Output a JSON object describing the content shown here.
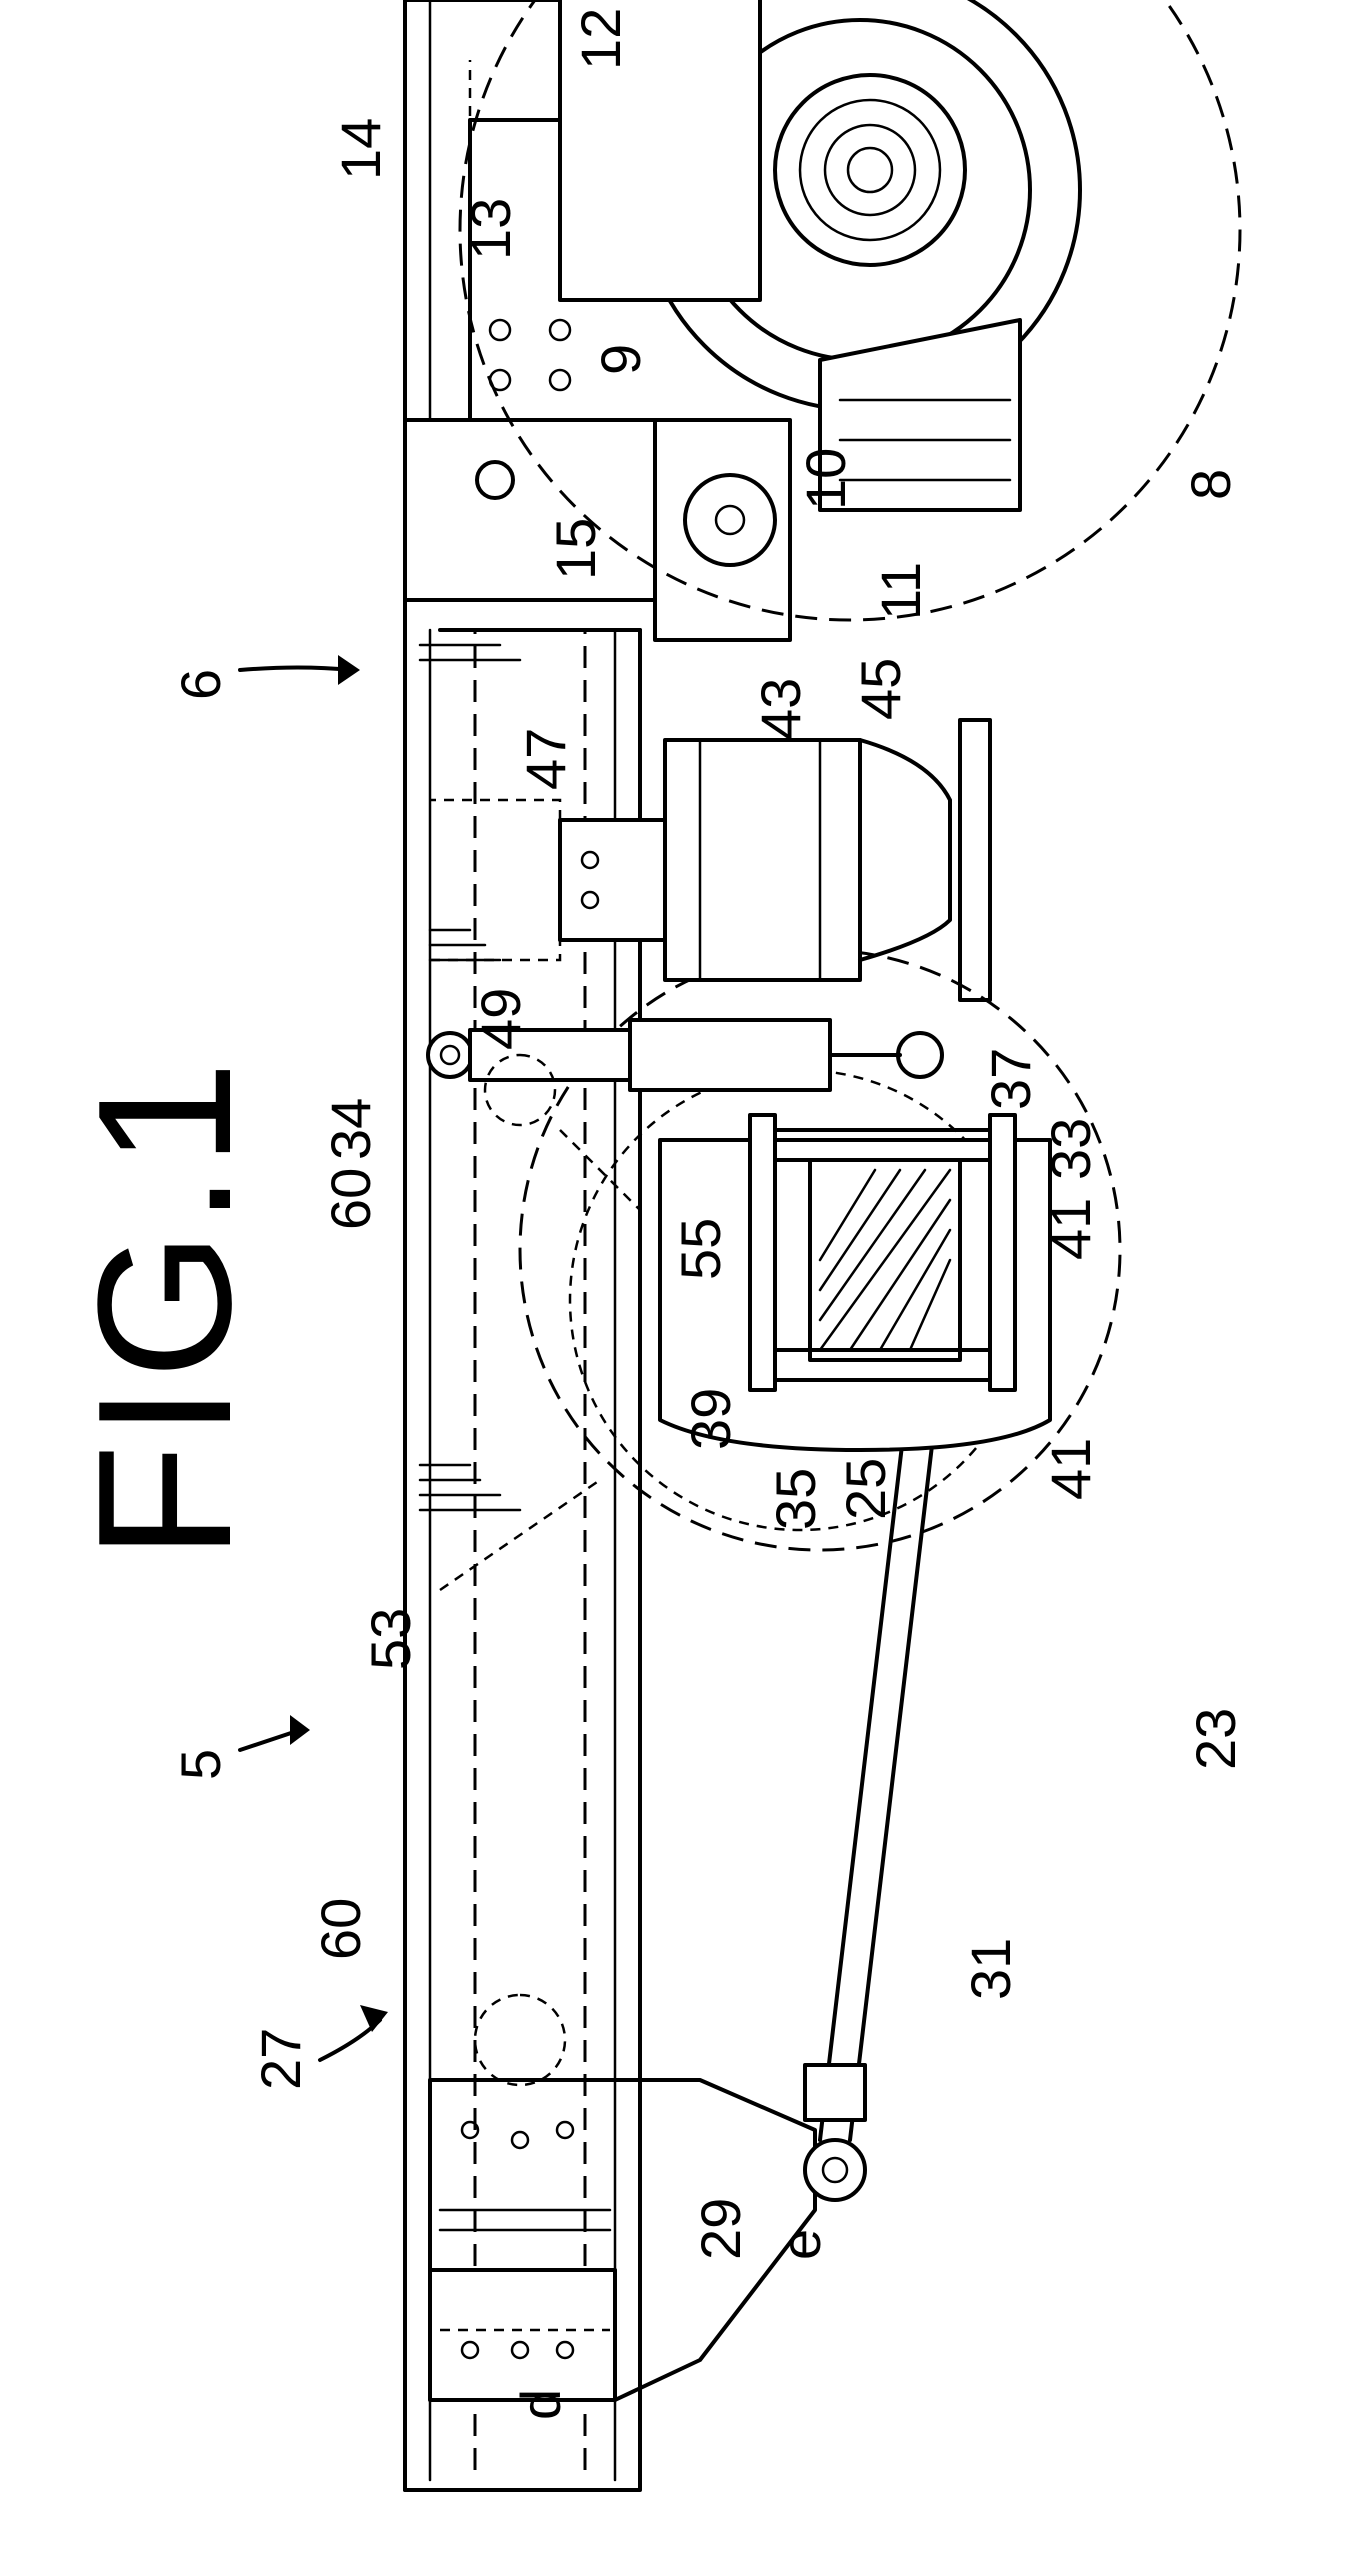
{
  "figure": {
    "title": "FIG.1",
    "reference_numerals": [
      {
        "id": "n5",
        "text": "5"
      },
      {
        "id": "n6",
        "text": "6"
      },
      {
        "id": "n8",
        "text": "8"
      },
      {
        "id": "n9",
        "text": "9"
      },
      {
        "id": "n10",
        "text": "10"
      },
      {
        "id": "n11",
        "text": "11"
      },
      {
        "id": "n12",
        "text": "12"
      },
      {
        "id": "n13",
        "text": "13"
      },
      {
        "id": "n14",
        "text": "14"
      },
      {
        "id": "n15",
        "text": "15"
      },
      {
        "id": "n23",
        "text": "23"
      },
      {
        "id": "n25",
        "text": "25"
      },
      {
        "id": "n27",
        "text": "27"
      },
      {
        "id": "n29",
        "text": "29"
      },
      {
        "id": "n31",
        "text": "31"
      },
      {
        "id": "n33",
        "text": "33"
      },
      {
        "id": "n34",
        "text": "34"
      },
      {
        "id": "n35",
        "text": "35"
      },
      {
        "id": "n37",
        "text": "37"
      },
      {
        "id": "n39",
        "text": "39"
      },
      {
        "id": "n41a",
        "text": "41"
      },
      {
        "id": "n41b",
        "text": "41"
      },
      {
        "id": "n43",
        "text": "43"
      },
      {
        "id": "n45",
        "text": "45"
      },
      {
        "id": "n47",
        "text": "47"
      },
      {
        "id": "n49",
        "text": "49"
      },
      {
        "id": "n53",
        "text": "53"
      },
      {
        "id": "n55",
        "text": "55"
      },
      {
        "id": "n60a",
        "text": "60"
      },
      {
        "id": "n60b",
        "text": "60"
      },
      {
        "id": "nd",
        "text": "d"
      },
      {
        "id": "ne",
        "text": "e"
      }
    ]
  }
}
